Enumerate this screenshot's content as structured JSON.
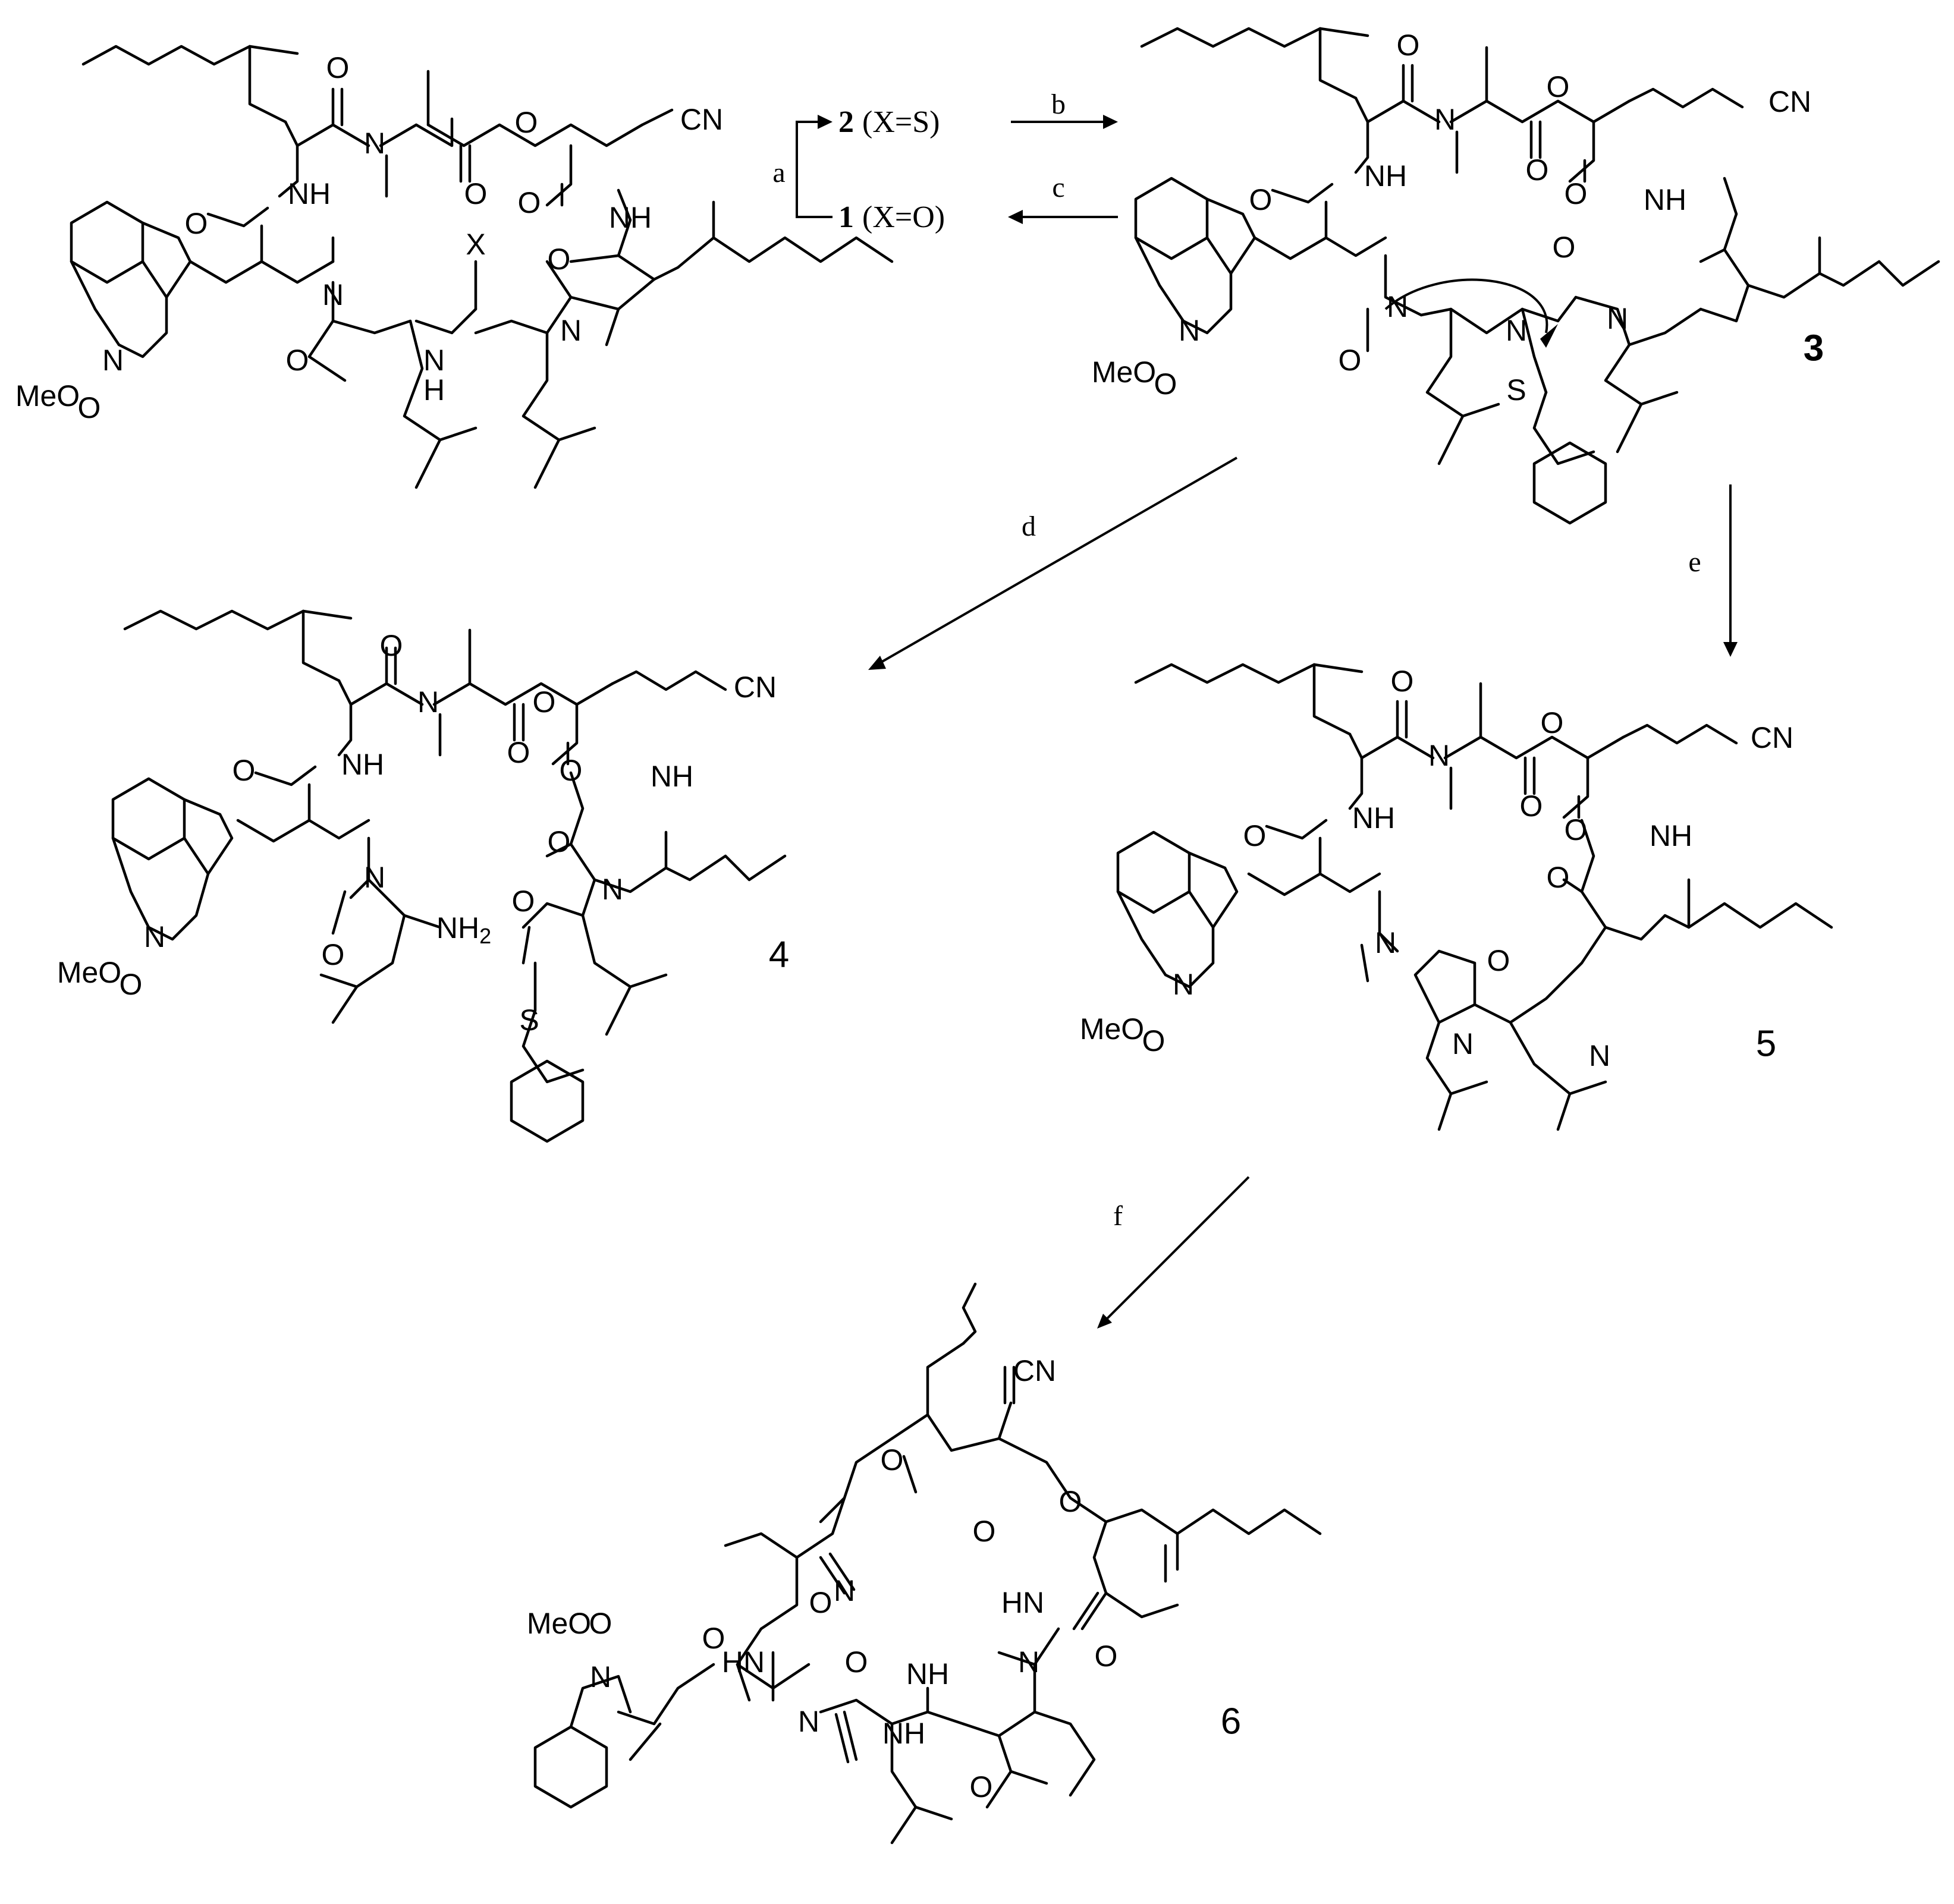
{
  "atoms": {
    "cn": "CN",
    "nh": "NH",
    "hn": "HN",
    "n": "N",
    "o": "O",
    "s": "S",
    "x": "X",
    "h": "H",
    "meo": "MeO",
    "nh2": "NH2"
  },
  "scheme": {
    "cmpd2_num": "2",
    "cmpd2_desc": "(X=S)",
    "cmpd1_num": "1",
    "cmpd1_desc": "(X=O)",
    "labels": {
      "compound3": "3",
      "compound4": "4",
      "compound5": "5",
      "compound6": "6"
    },
    "steps": {
      "a": "a",
      "b": "b",
      "c": "c",
      "d": "d",
      "e": "e",
      "f": "f"
    }
  }
}
